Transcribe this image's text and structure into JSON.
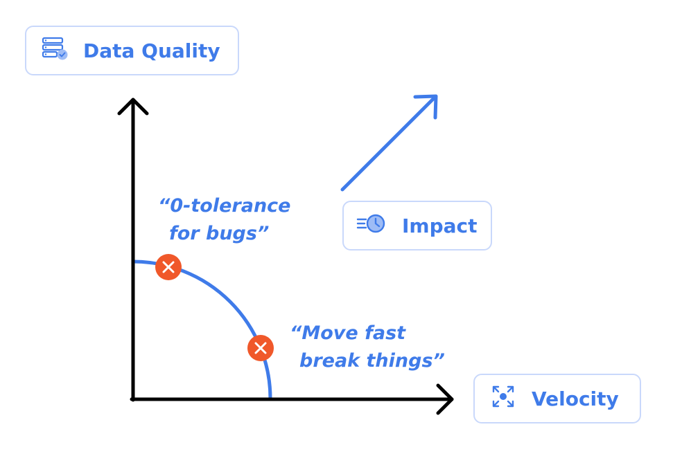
{
  "labels": {
    "data_quality": "Data Quality",
    "impact": "Impact",
    "velocity": "Velocity"
  },
  "quotes": {
    "zero_tolerance": {
      "line1": "“0-tolerance",
      "line2": "for bugs”"
    },
    "move_fast": {
      "line1": "“Move fast",
      "line2": "break things”"
    }
  },
  "icons": {
    "data_quality": "database-check-icon",
    "impact": "speed-clock-icon",
    "velocity": "focus-target-icon"
  },
  "colors": {
    "accent": "#3f7be9",
    "pill_border": "#c9d8fb",
    "axis": "#000000",
    "marker": "#f0582a"
  }
}
